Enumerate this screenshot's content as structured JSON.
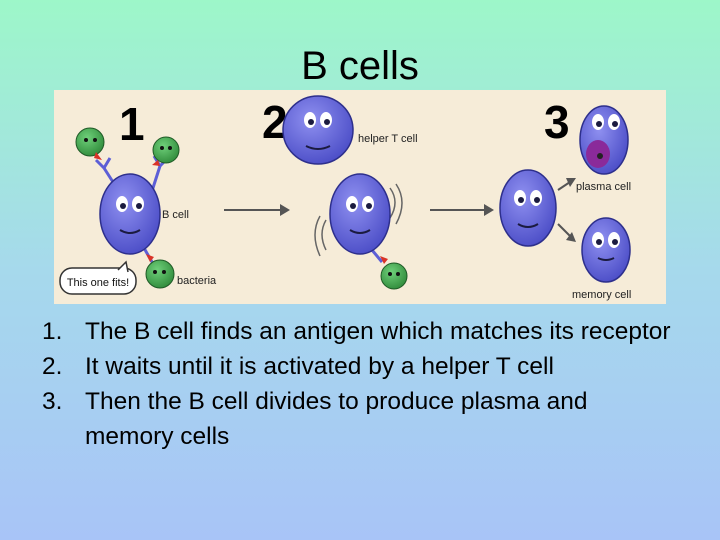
{
  "slide": {
    "title": "B cells"
  },
  "figure": {
    "step_numbers": [
      "1",
      "2",
      "3"
    ],
    "labels": {
      "b_cell": "B cell",
      "bacteria": "bacteria",
      "speech": "This one fits!",
      "helper_t_cell": "helper T cell",
      "plasma_cell": "plasma cell",
      "memory_cell": "memory cell"
    },
    "colors": {
      "background": "#f6ecd8",
      "cell": "#5d5fd6",
      "cell_outline": "#2d2f8c",
      "bacteria": "#3fa24a",
      "antigen": "#d93328"
    }
  },
  "steps": [
    {
      "number": "1.",
      "text": "The B cell finds an antigen which matches its receptor"
    },
    {
      "number": "2.",
      "text": "It waits until it is activated by a helper T cell"
    },
    {
      "number": "3.",
      "text": "Then the B cell divides to produce plasma and memory cells"
    }
  ]
}
